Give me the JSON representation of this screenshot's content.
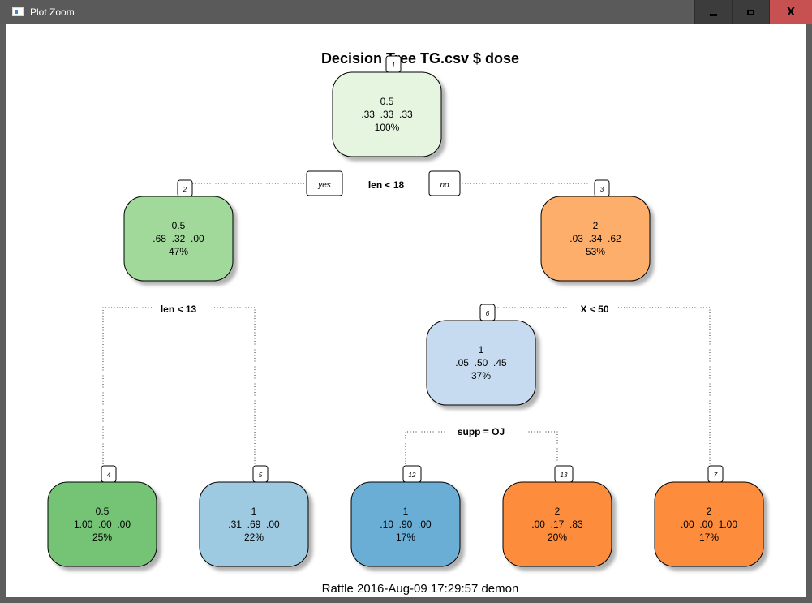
{
  "window": {
    "title": "Plot Zoom",
    "controls": {
      "minimize": "minimize",
      "maximize": "maximize",
      "close": "close"
    }
  },
  "plot": {
    "title": "Decision Tree TG.csv $ dose",
    "footer": "Rattle 2016-Aug-09 17:29:57 demon",
    "branch_labels": {
      "yes": "yes",
      "no": "no"
    },
    "nodes": [
      {
        "id": "1",
        "lines": [
          "0.5",
          ".33  .33  .33",
          "100%"
        ],
        "fill": "#e5f5e0"
      },
      {
        "id": "2",
        "lines": [
          "0.5",
          ".68  .32  .00",
          "47%"
        ],
        "fill": "#a1d99b"
      },
      {
        "id": "3",
        "lines": [
          "2",
          ".03  .34  .62",
          "53%"
        ],
        "fill": "#fdae6b"
      },
      {
        "id": "6",
        "lines": [
          "1",
          ".05  .50  .45",
          "37%"
        ],
        "fill": "#c6dbef"
      },
      {
        "id": "4",
        "lines": [
          "0.5",
          "1.00  .00  .00",
          "25%"
        ],
        "fill": "#74c476"
      },
      {
        "id": "5",
        "lines": [
          "1",
          ".31  .69  .00",
          "22%"
        ],
        "fill": "#9ecae1"
      },
      {
        "id": "12",
        "lines": [
          "1",
          ".10  .90  .00",
          "17%"
        ],
        "fill": "#6baed6"
      },
      {
        "id": "13",
        "lines": [
          "2",
          ".00  .17  .83",
          "20%"
        ],
        "fill": "#fd8d3c"
      },
      {
        "id": "7",
        "lines": [
          "2",
          ".00  .00  1.00",
          "17%"
        ],
        "fill": "#fd8d3c"
      }
    ],
    "splits": [
      {
        "node": "1",
        "label": "len < 18"
      },
      {
        "node": "2",
        "label": "len < 13"
      },
      {
        "node": "3",
        "label": "X < 50"
      },
      {
        "node": "6",
        "label": "supp = OJ"
      }
    ]
  }
}
